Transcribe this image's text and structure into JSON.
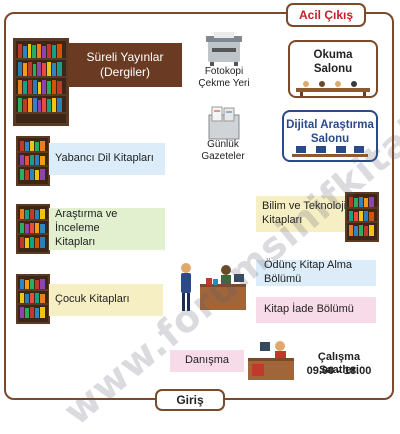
{
  "exit_label": "Acil Çıkış",
  "entry_label": "Giriş",
  "watermark": "www.forumsinifkitabi.com",
  "sections": {
    "periodicals": "Süreli Yayınlar\n(Dergiler)",
    "photocopy": "Fotokopi\nÇekme Yeri",
    "reading_room": "Okuma\nSalonu",
    "newspapers": "Günlük\nGazeteler",
    "digital_research": "Dijital Araştırma\nSalonu",
    "foreign_language": "Yabancı Dil Kitapları",
    "research_review": "Araştırma ve İnceleme\nKitapları",
    "science_tech": "Bilim ve Teknoloji\nKitapları",
    "lending": "Ödünç Kitap Alma\nBölümü",
    "children": "Çocuk Kitapları",
    "returns": "Kitap İade Bölümü",
    "info_desk": "Danışma",
    "hours_title": "Çalışma Saatleri",
    "hours_value": "09.00 - 18.00"
  },
  "colors": {
    "frame": "#7a4a2a",
    "brown_box": "#6b3a22",
    "blue_box": "#dcecf8",
    "green_box": "#e3f0cf",
    "yellow_box": "#f7efc4",
    "pink_box": "#f7dbe8",
    "exit_red": "#c2202a"
  }
}
